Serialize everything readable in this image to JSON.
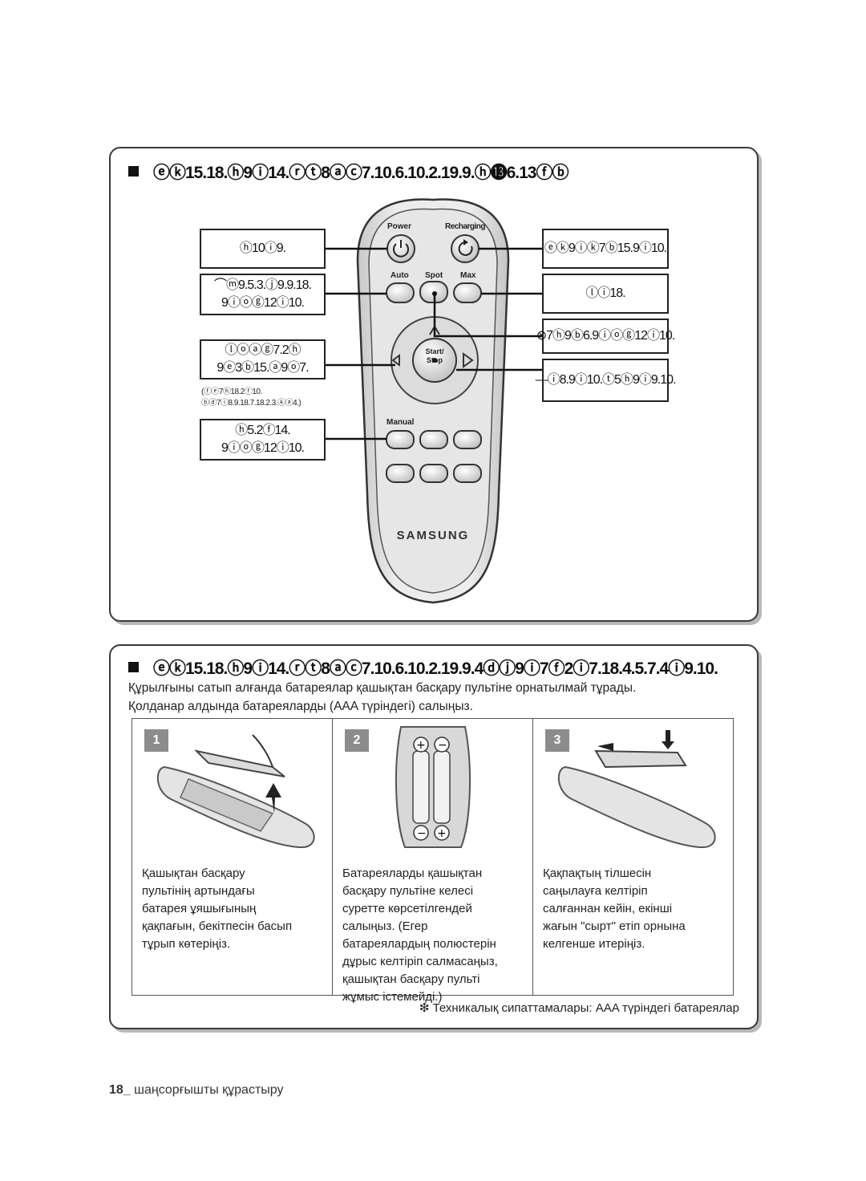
{
  "section1": {
    "title": "ⓔⓚ15.18.ⓗ9ⓘ14.ⓡⓣ8ⓐⓒ7.10.6.10.2.19.9.ⓗ⓭6.13ⓕⓑ"
  },
  "remote": {
    "buttons": {
      "power": "Power",
      "recharging": "Recharging",
      "auto": "Auto",
      "spot": "Spot",
      "max": "Max",
      "start_stop_line1": "Start/",
      "start_stop_line2": "Stop",
      "manual": "Manual"
    },
    "brand": "SAMSUNG"
  },
  "callouts": {
    "power": "ⓗ10ⓘ9.",
    "auto_line1": "⌒ⓜ9.5.3.ⓙ9.9.18.",
    "auto_line2": "9ⓘⓞⓖ12ⓘ10.",
    "direction_line1": "ⓛⓞⓐⓖ7.2ⓗ",
    "direction_line2": "9ⓔ3ⓑ15.ⓐ9ⓞ7.",
    "direction_note1": "(ⓕⓔ7ⓗ18.2ⓕ10.",
    "direction_note2": "ⓑⓓ7ⓘ8.9.18.7.18.2.3.ⓚⓐ4.)",
    "manual_line1": "ⓗ5.2ⓕ14.",
    "manual_line2": "9ⓘⓞⓖ12ⓘ10.",
    "recharging": "ⓔⓚ9ⓘⓚ7ⓑ15.9ⓘ10.",
    "max": "ⓛⓘ18.",
    "spot": "⊗7ⓗ9ⓑ6.9ⓘⓞⓖ12ⓘ10.",
    "start_stop": "—ⓘ8.9ⓘ10.ⓣ5ⓗ9ⓘ9.10."
  },
  "section2": {
    "title": "ⓔⓚ15.18.ⓗ9ⓘ14.ⓡⓣ8ⓐⓒ7.10.6.10.2.19.9.4ⓓⓙ9ⓘ7ⓕ2ⓘ7.18.4.5.7.4ⓘ9.10.",
    "intro_line1": "Құрылғыны сатып алғанда батареялар қашықтан басқару пультіне орнатылмай тұрады.",
    "intro_line2": "Қолданар алдында батареяларды (AAA түріндегі) салыңыз.",
    "steps": [
      {
        "num": "1",
        "text": "Қашықтан басқару\nпультінің артындағы\nбатарея ұяшығының\nқақпағын, бекітпесін басып\nтұрып көтеріңіз."
      },
      {
        "num": "2",
        "text": "Батареяларды қашықтан\nбасқару пультіне келесі\nсуретте көрсетілгендей\nсалыңыз. (Егер\nбатареялардың полюстерін\nдұрыс келтіріп салмасаңыз,\nқашықтан басқару пульті\nжұмыс істемейді.)"
      },
      {
        "num": "3",
        "text": "Қақпақтың тілшесін\nсаңылауға келтіріп\nсалғаннан кейін, екінші\nжағын \"сырт\" етіп орнына\nкелгенше итеріңіз."
      }
    ],
    "footnote": "❇  Техникалық сипаттамалары: AAA түріндегі батареялар"
  },
  "footer": {
    "page_number": "18_",
    "text": " шаңсорғышты құрастыру"
  }
}
